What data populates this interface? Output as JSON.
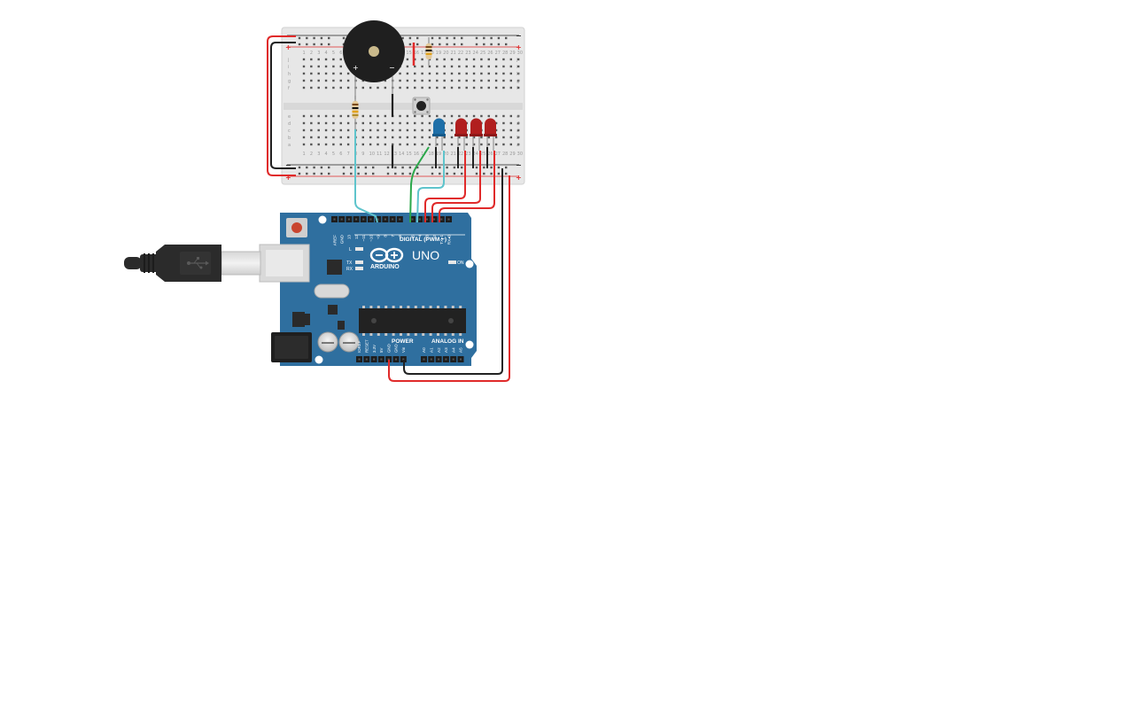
{
  "breadboard": {
    "rows_top": [
      "j",
      "i",
      "h",
      "g",
      "f"
    ],
    "rows_bottom": [
      "e",
      "d",
      "c",
      "b",
      "a"
    ],
    "column_count": 30,
    "rail_minus": "−",
    "rail_plus": "+"
  },
  "buzzer": {
    "plus": "+",
    "minus": "−"
  },
  "arduino": {
    "brand": "ARDUINO",
    "model": "UNO",
    "digital_label": "DIGITAL (PWM ~)",
    "power_label": "POWER",
    "analog_label": "ANALOG IN",
    "on_label": "ON",
    "l_label": "L",
    "tx_label": "TX",
    "rx_label": "RX",
    "digital_pins": [
      "AREF",
      "GND",
      "13",
      "12",
      "~11",
      "~10",
      "~9",
      "8",
      "7",
      "~6",
      "~5",
      "4",
      "~3",
      "2",
      "TX▸1",
      "RX◂0"
    ],
    "power_pins": [
      "IOREF",
      "RESET",
      "3.3V",
      "5V",
      "GND",
      "GND",
      "Vin"
    ],
    "analog_pins": [
      "A0",
      "A1",
      "A2",
      "A3",
      "A4",
      "A5"
    ]
  },
  "colors": {
    "pcb": "#2f6f9f",
    "breadboard": "#e7e7e7",
    "wire_red": "#e02a2a",
    "wire_black": "#222222",
    "wire_green": "#2aa84a",
    "wire_cyan": "#5fc4cc",
    "led_red": "#b11f1f",
    "led_blue": "#1e6fa8",
    "buzzer": "#1f1f1f"
  }
}
